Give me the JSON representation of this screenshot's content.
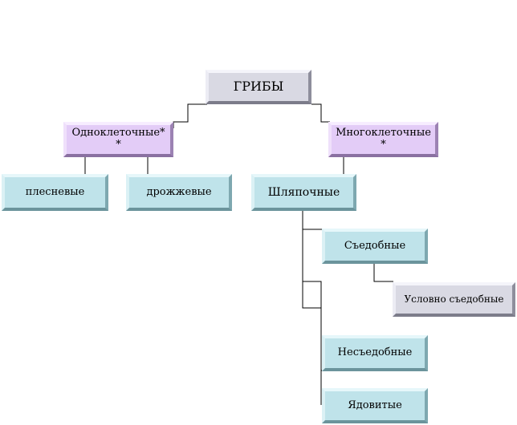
{
  "diagram": {
    "root": "ГРИБЫ",
    "unicellular": {
      "label": "Одноклеточные*",
      "note": "*"
    },
    "multicellular": {
      "label": "Многоклеточные",
      "note": "*"
    },
    "mold": "плесневые",
    "yeast": "дрожжевые",
    "cap": "Шляпочные",
    "edible": "Съедобные",
    "conditionally_edible": "Условно съедобные",
    "inedible": "Несъедобные",
    "poisonous": "Ядовитые"
  }
}
